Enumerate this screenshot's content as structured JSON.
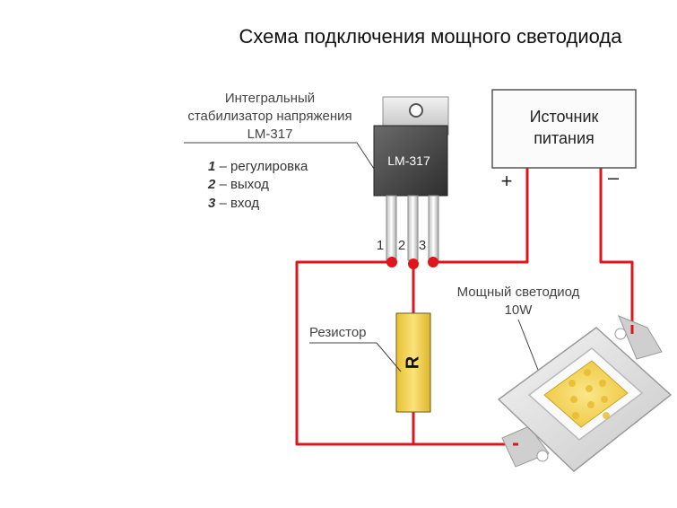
{
  "title": "Схема подключения мощного светодиода",
  "regulator": {
    "caption_line1": "Интегральный",
    "caption_line2": "стабилизатор напряжения",
    "caption_line3": "LM-317",
    "chip_label": "LM-317",
    "pins": [
      "1",
      "2",
      "3"
    ],
    "legend": [
      {
        "num": "1",
        "text": " – регулировка"
      },
      {
        "num": "2",
        "text": " – выход"
      },
      {
        "num": "3",
        "text": " – вход"
      }
    ]
  },
  "power_supply": {
    "line1": "Источник",
    "line2": "питания",
    "plus": "+",
    "minus": "–"
  },
  "resistor": {
    "caption": "Резистор",
    "symbol": "R"
  },
  "led": {
    "caption_line1": "Мощный светодиод",
    "caption_line2": "10W"
  },
  "colors": {
    "wire": "#e0141b",
    "resistor_body": "#f5d34a",
    "led_phosphor": "#f3d24e",
    "chip_body": "#4a4a4a"
  }
}
